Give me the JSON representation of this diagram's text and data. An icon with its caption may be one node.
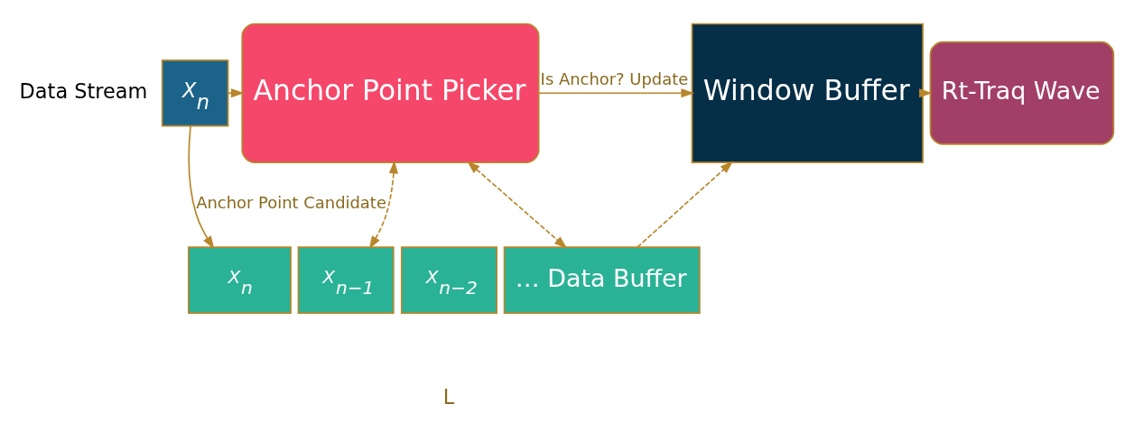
{
  "diagram": {
    "nodes": [
      {
        "text": [
          "X$_{n}$"
        ]
      },
      {
        "text": [
          "Anchor Point Picker"
        ]
      },
      {
        "text": [
          "Window Buffer"
        ]
      },
      {
        "text": [
          "Rt-Traq Wave"
        ]
      },
      {
        "text": [
          "X$_{n}$"
        ]
      },
      {
        "text": [
          "X$_{n−1}$"
        ]
      },
      {
        "text": [
          "X$_{n−2}$"
        ]
      },
      {
        "text": [
          "… Data Buffer"
        ]
      }
    ],
    "edges": [
      {
        "from": 0,
        "to": 1,
        "arrow": "to"
      },
      {
        "from": 0,
        "to": 4,
        "arrow": "to",
        "label": "Anchor Point Candidate"
      },
      {
        "from": 1,
        "to": 2,
        "arrow": "to",
        "label": "Is Anchor? Update"
      },
      {
        "from": 2,
        "to": 3,
        "arrow": "to"
      },
      {
        "from": 1,
        "to": 5,
        "arrow": "both",
        "style": "dashed"
      },
      {
        "from": 1,
        "to": 7,
        "arrow": "both",
        "style": "dashed"
      },
      {
        "from": 7,
        "to": 2,
        "arrow": "to",
        "style": "dashed"
      }
    ],
    "labels": [
      "Data Stream",
      "L"
    ]
  }
}
